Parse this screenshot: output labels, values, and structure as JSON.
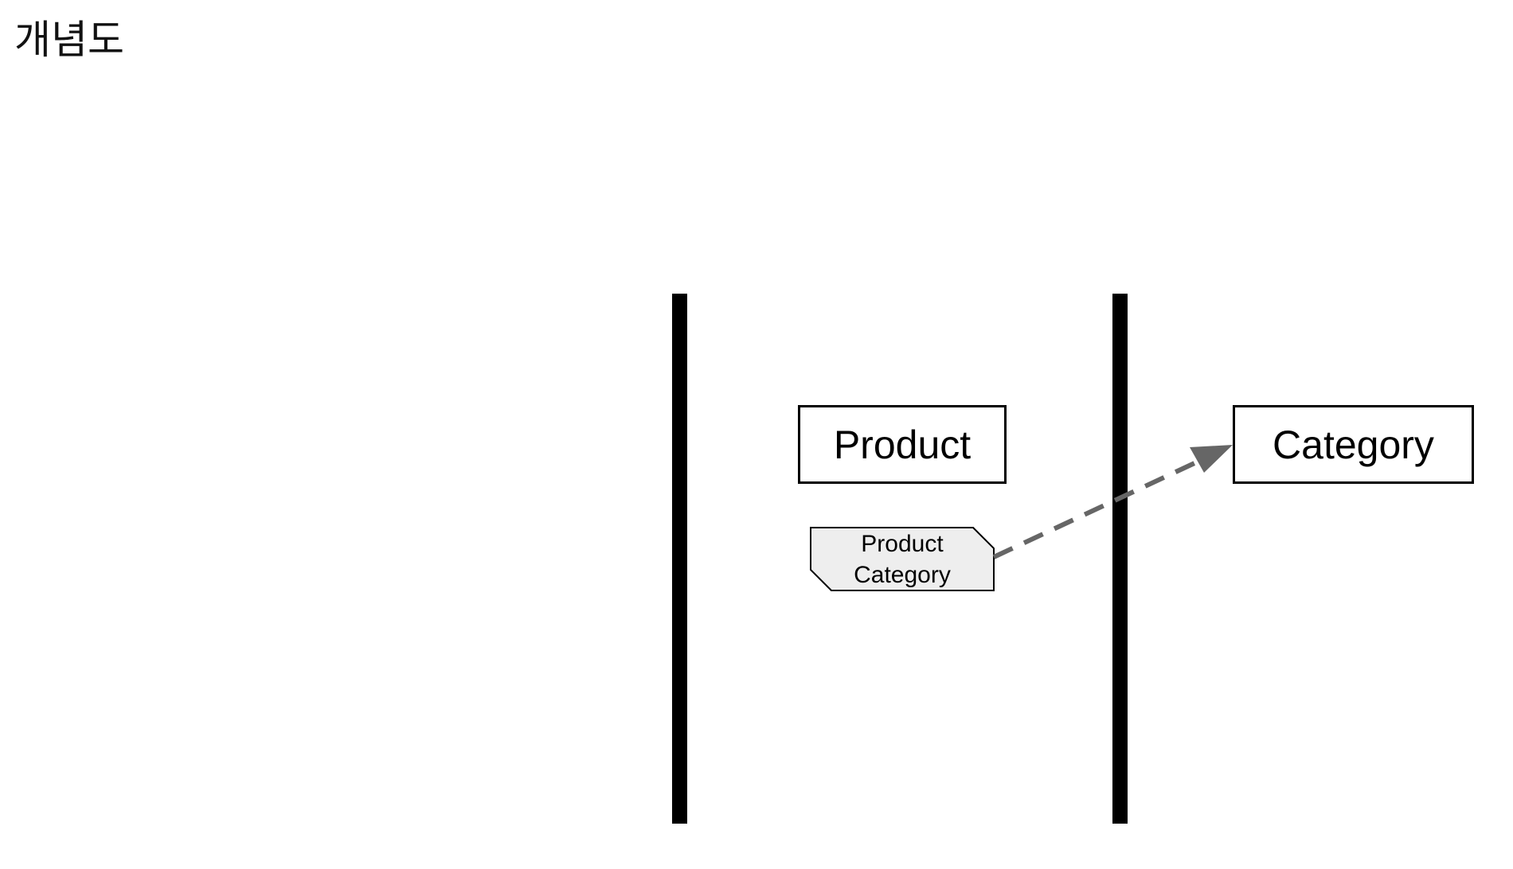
{
  "title": "개념도",
  "entities": [
    {
      "label": "Product"
    },
    {
      "label": "Category"
    }
  ],
  "note": {
    "line1": "Product",
    "line2": "Category"
  },
  "colors": {
    "arrow": "#666666",
    "note_fill": "#eeeeee"
  }
}
